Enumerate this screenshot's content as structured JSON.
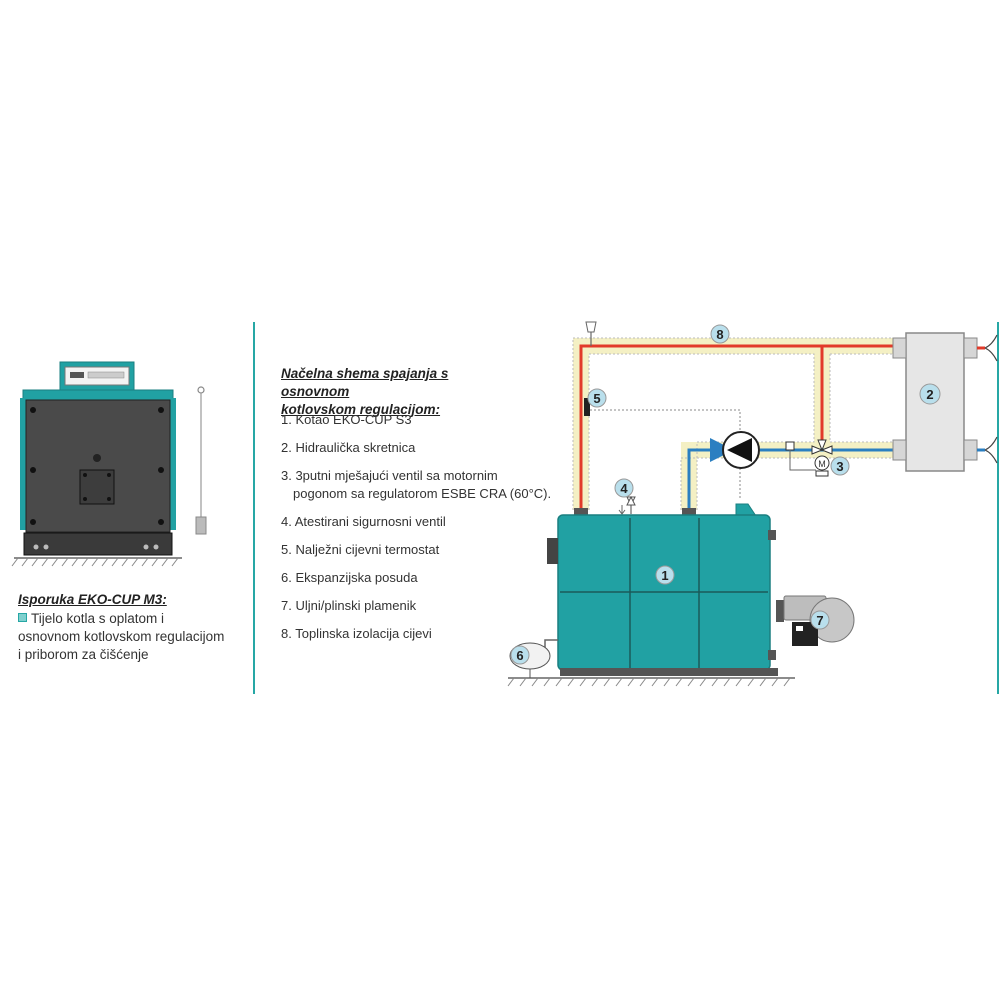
{
  "delivery": {
    "title": "Isporuka EKO-CUP M3:",
    "line1": "Tijelo kotla s oplatom i",
    "line2": "osnovnom kotlovskom regulacijom",
    "line3": "i priborom za čišćenje"
  },
  "scheme": {
    "title_line1": "Načelna shema spajanja s osnovnom",
    "title_line2": "kotlovskom regulacijom:"
  },
  "legend": [
    {
      "text": "1. Kotao EKO-CUP S3"
    },
    {
      "text": "2. Hidraulička skretnica"
    },
    {
      "text": "3. 3putni mješajući ventil sa motornim",
      "text2": "pogonom sa regulatorom ESBE CRA (60°C)."
    },
    {
      "text": "4. Atestirani sigurnosni ventil"
    },
    {
      "text": "5. Nalježni cijevni termostat"
    },
    {
      "text": "6. Ekspanzijska posuda"
    },
    {
      "text": "7. Uljni/plinski plamenik"
    },
    {
      "text": "8. Toplinska izolacija cijevi"
    }
  ],
  "markers": [
    "1",
    "2",
    "3",
    "4",
    "5",
    "6",
    "7",
    "8"
  ],
  "valve_motor_label": "M",
  "colors": {
    "accent": "#26a7a5",
    "boiler": "#21a1a3",
    "hot_pipe": "#e23a2a",
    "cold_pipe": "#2b7fc1",
    "insulation": "#f4f0c4",
    "marker_fill": "#b9dfec"
  },
  "icons": [
    "pump-icon",
    "three-way-valve-icon",
    "safety-valve-icon",
    "thermostat-icon",
    "expansion-vessel-icon",
    "burner-icon",
    "hydraulic-separator-icon",
    "cleaning-brush-icon"
  ]
}
